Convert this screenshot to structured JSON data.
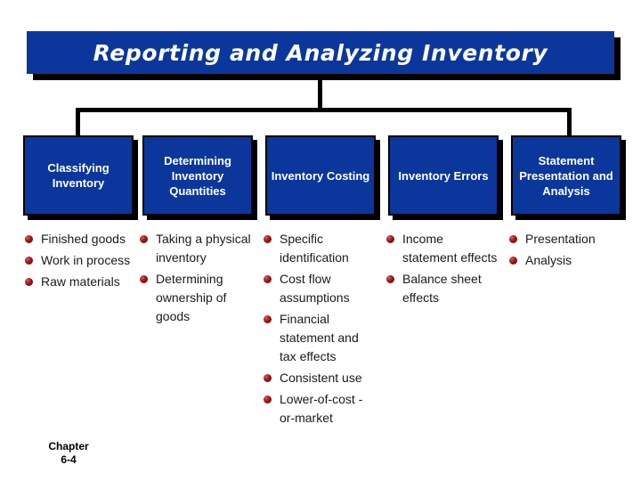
{
  "slide": {
    "title": "Reporting and Analyzing Inventory",
    "background_color": "#ffffff",
    "accent_blue": "#0b379c",
    "bullet_color": "#8d1111"
  },
  "columns": [
    {
      "header": "Classifying Inventory",
      "items": [
        "Finished goods",
        "Work in process",
        "Raw materials"
      ]
    },
    {
      "header": "Determining Inventory Quantities",
      "items": [
        "Taking a physical inventory",
        "Determining ownership of goods"
      ]
    },
    {
      "header": "Inventory Costing",
      "items": [
        "Specific identification",
        "Cost flow assumptions",
        "Financial statement and tax effects",
        "Consistent use",
        "Lower-of-cost -or-market"
      ]
    },
    {
      "header": "Inventory Errors",
      "items": [
        "Income statement effects",
        "Balance sheet effects"
      ]
    },
    {
      "header": "Statement Presentation and Analysis",
      "items": [
        "Presentation",
        "Analysis"
      ]
    }
  ],
  "footer": {
    "chapter_label": "Chapter",
    "chapter_number": "6-4"
  }
}
